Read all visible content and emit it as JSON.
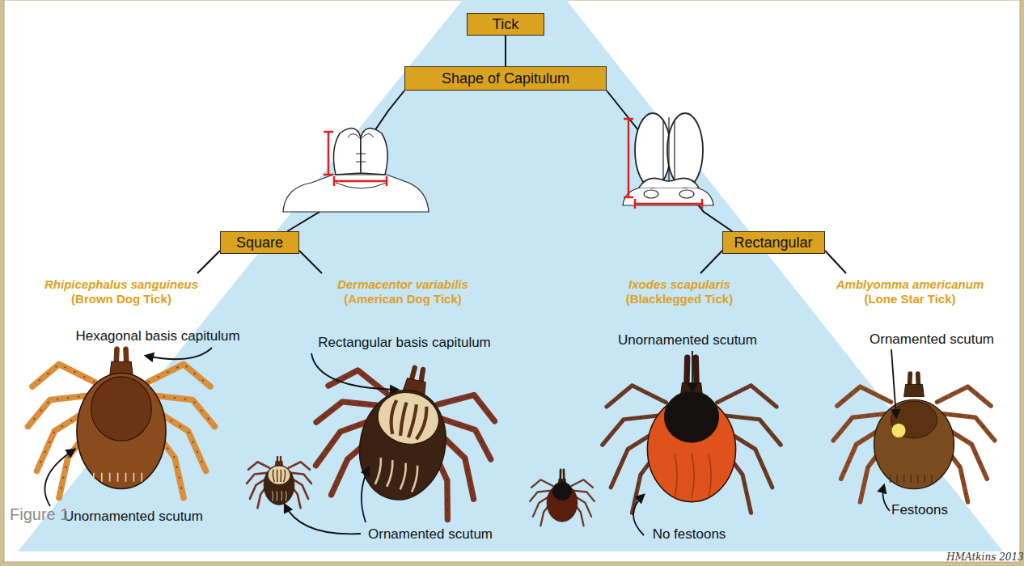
{
  "diagram": {
    "nodes": [
      {
        "text": [
          "Tick"
        ]
      },
      {
        "text": [
          "Shape of Capitulum"
        ]
      },
      {
        "text": [
          "Square"
        ]
      },
      {
        "text": [
          "Rectangular"
        ]
      }
    ],
    "edges": [
      {
        "from": 0,
        "to": 1,
        "arrow": "none"
      },
      {
        "from": 1,
        "to": 2,
        "arrow": "none"
      },
      {
        "from": 1,
        "to": 3,
        "arrow": "none"
      }
    ],
    "labels": [
      "Rhipicephalus sanguineus",
      "(Brown Dog Tick)",
      "Dermacentor variabilis",
      "(American Dog Tick)",
      "Ixodes scapularis",
      "(Blacklegged Tick)",
      "Amblyomma americanum",
      "(Lone Star Tick)",
      "Hexagonal basis capitulum",
      "Unornamented scutum",
      "Rectangular basis capitulum",
      "Ornamented scutum",
      "Unornamented scutum",
      "No festoons",
      "Ornamented scutum",
      "Festoons",
      "Figure 1",
      "HMAtkins 2013"
    ]
  }
}
